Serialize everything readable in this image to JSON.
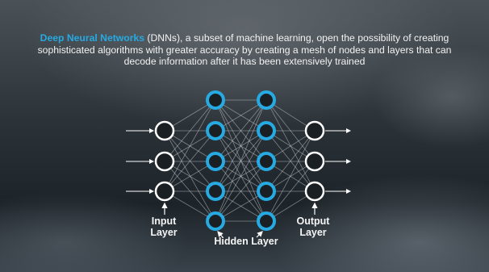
{
  "caption": {
    "highlight": "Deep Neural Networks",
    "rest": " (DNNs), a subset of machine learning, open the possibility of creating sophisticated algorithms with greater accuracy by creating a mesh of nodes and layers that can decode information after it has been extensively trained"
  },
  "labels": {
    "input": "Input Layer",
    "hidden": "Hidden Layer",
    "output": "Output Layer"
  },
  "network": {
    "layers": [
      {
        "name": "input",
        "nodes": 3
      },
      {
        "name": "hidden-1",
        "nodes": 5
      },
      {
        "name": "hidden-2",
        "nodes": 5
      },
      {
        "name": "output",
        "nodes": 3
      }
    ]
  },
  "colors": {
    "accent": "#27a9e1",
    "node_plain": "#ffffff",
    "node_fill": "#1a1f24"
  }
}
